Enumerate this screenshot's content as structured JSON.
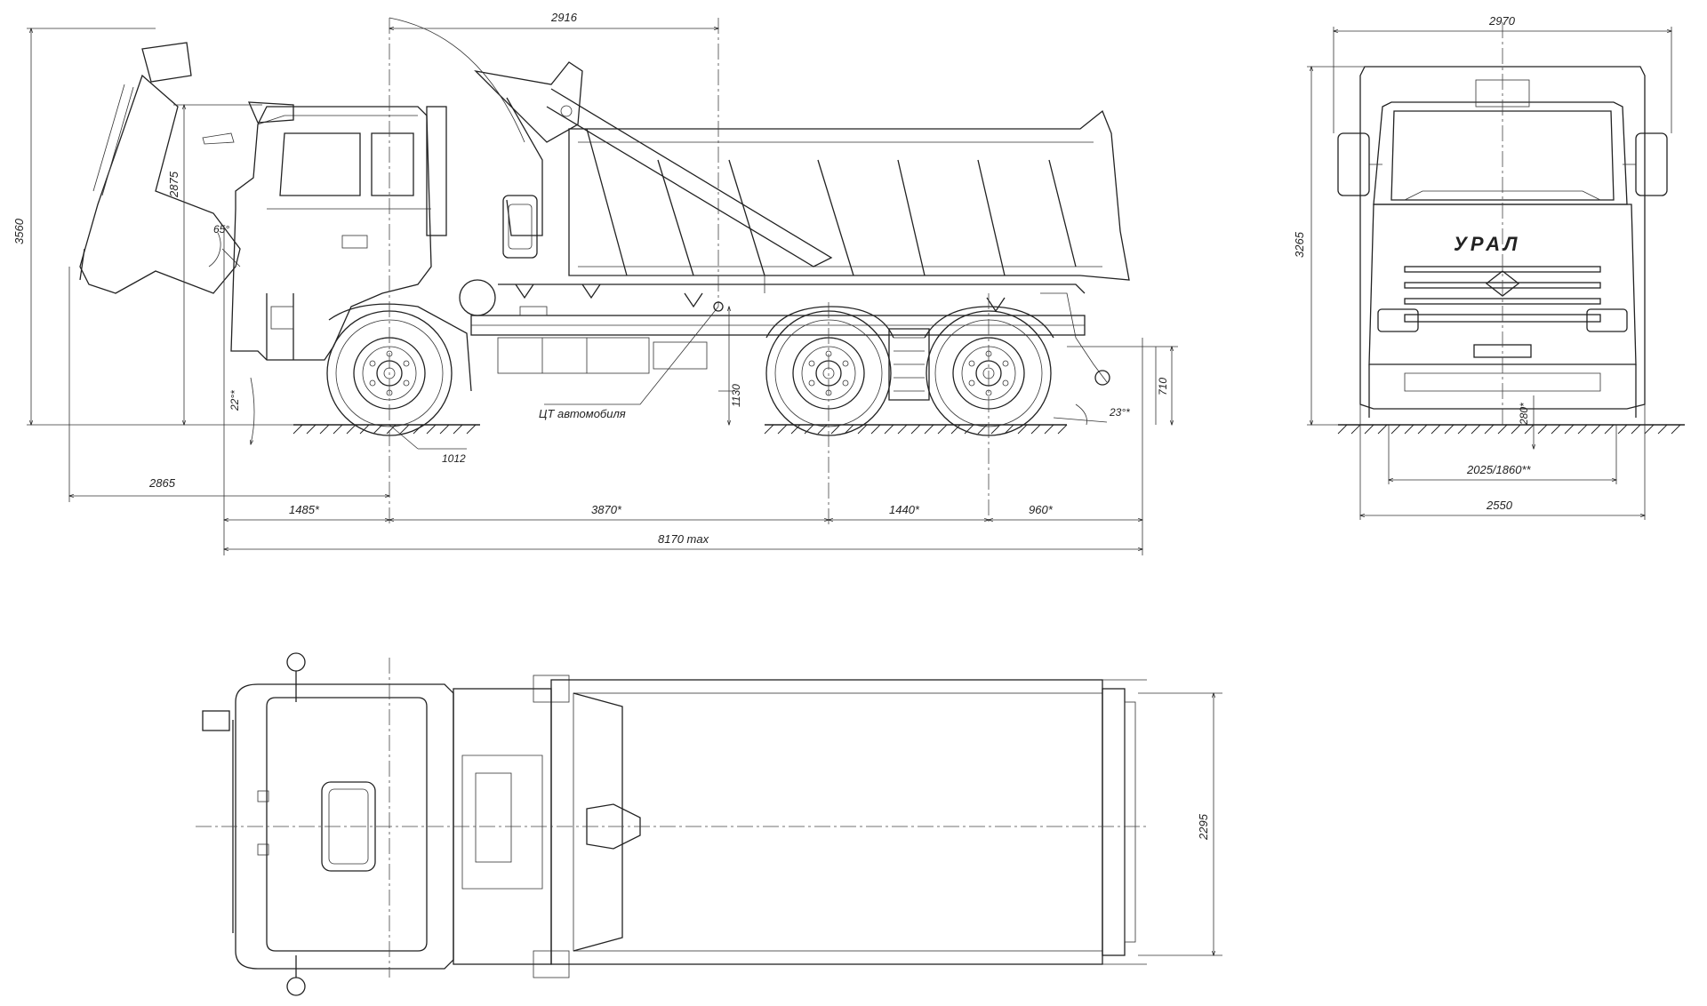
{
  "drawing": {
    "brand_logo": "УРАЛ",
    "cg_label": "ЦТ автомобиля",
    "side_view": {
      "dims": {
        "dump_body_pivot_horizontal": "2916",
        "overall_height_cab_tilted": "3560",
        "cab_height": "2875",
        "cab_tilt_angle": "65°",
        "approach_angle": "22°*",
        "departure_angle": "23°*",
        "ground_clearance_front": "1012",
        "cg_height": "1130",
        "rear_frame_height": "710",
        "cab_tilt_length": "2865",
        "front_overhang": "1485*",
        "wheelbase_front": "3870*",
        "tandem_base": "1440*",
        "rear_overhang": "960*",
        "overall_length": "8170 max"
      }
    },
    "front_view": {
      "dims": {
        "mirror_width": "2970",
        "overall_height": "3265",
        "axle_clearance": "280*",
        "track": "2025/1860**",
        "overall_width": "2550"
      }
    },
    "top_view": {
      "dims": {
        "body_width": "2295"
      }
    }
  }
}
